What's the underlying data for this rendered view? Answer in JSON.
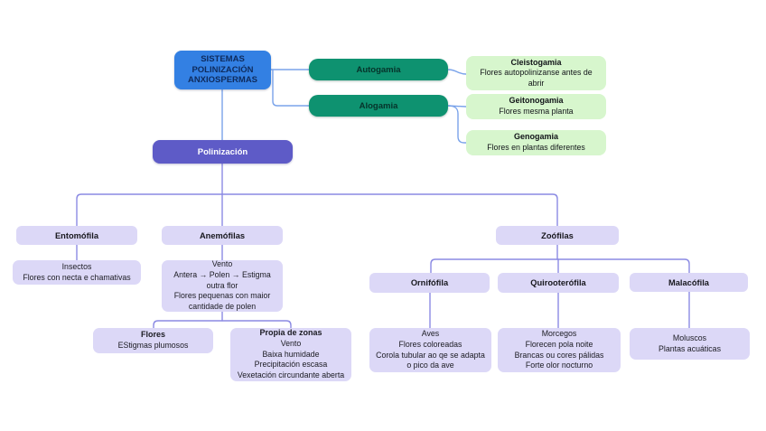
{
  "palette": {
    "root_bg": "#3380e3",
    "root_text": "#0e2a5c",
    "green_bg": "#0e9270",
    "green_text": "#06332a",
    "lightgreen_bg": "#d7f6cd",
    "purple_bg": "#5e5bc7",
    "lavender_bg": "#dcd8f7",
    "line_blue": "#7aa3ea",
    "line_purple": "#8b8ae3"
  },
  "nodes": {
    "root": {
      "label": "SISTEMAS POLINIZACIÓN ANXIOSPERMAS"
    },
    "autogamia": {
      "label": "Autogamia"
    },
    "alogamia": {
      "label": "Alogamia"
    },
    "cleistogamia": {
      "title": "Cleistogamia",
      "body": "Flores autopolinizanse antes de abrir"
    },
    "geitonogamia": {
      "title": "Geitonogamia",
      "body": "Flores mesma planta"
    },
    "genogamia": {
      "title": "Genogamia",
      "body": "Flores en plantas diferentes"
    },
    "polinizacion": {
      "label": "Polinización"
    },
    "entomofila": {
      "label": "Entomófila"
    },
    "anemofilas": {
      "label": "Anemófilas"
    },
    "zoofilas": {
      "label": "Zoófilas"
    },
    "entomofila_detail": {
      "body": "Insectos\nFlores con necta e chamativas"
    },
    "anemofilas_detail": {
      "body": "Vento\nAntera → Polen → Estigma\noutra flor\nFlores pequenas con maior\ncantidade de polen"
    },
    "flores": {
      "title": "Flores",
      "body": "EStigmas plumosos"
    },
    "propia_de_zonas": {
      "title": "Propia de zonas",
      "body": "Vento\nBaixa humidade\nPrecipitación escasa\nVexetación circundante aberta"
    },
    "ornifofila": {
      "label": "Ornifófila"
    },
    "quirooterofila": {
      "label": "Quirooterófila"
    },
    "malacofila": {
      "label": "Malacófila"
    },
    "ornifofila_detail": {
      "body": "Aves\nFlores coloreadas\nCorola tubular ao qe se adapta\no pico da ave"
    },
    "quirooterofila_detail": {
      "body": "Morcegos\nFlorecen pola noite\nBrancas ou cores pálidas\nForte olor nocturno"
    },
    "malacofila_detail": {
      "body": "Moluscos\nPlantas acuáticas"
    }
  }
}
